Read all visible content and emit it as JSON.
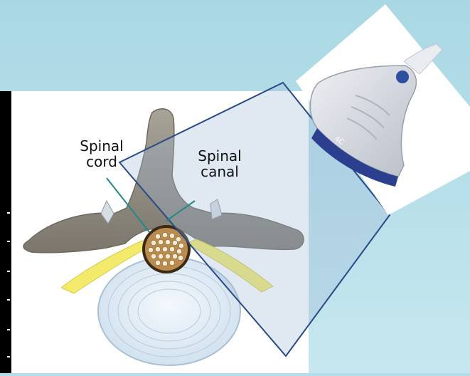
{
  "labels": {
    "spinal_cord": "Spinal\ncord",
    "spinal_cord_line1": "Spinal",
    "spinal_cord_line2": "cord",
    "spinal_canal_line1": "Spinal",
    "spinal_canal_line2": "canal"
  },
  "probe": {
    "model_text": "4C"
  },
  "colors": {
    "background": "#b3dde8",
    "bone": "#8f8a80",
    "ligament": "#f3ea6b",
    "disc": "#e8f1f8",
    "cord": "#b98b4f",
    "leader_line": "#1f8a88",
    "beam_outline": "#2a4a86",
    "probe_body": "#d7dbe2",
    "probe_band": "#2c3f8f"
  }
}
